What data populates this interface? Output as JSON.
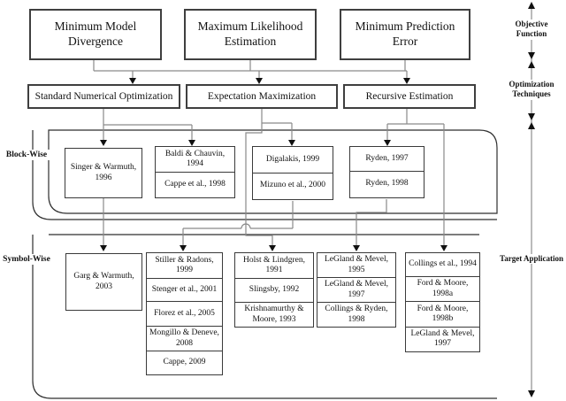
{
  "objective_functions": [
    "Minimum Model Divergence",
    "Maximum Likelihood Estimation",
    "Minimum Prediction Error"
  ],
  "optimization_techniques": [
    "Standard Numerical Optimization",
    "Expectation Maximization",
    "Recursive Estimation"
  ],
  "side_labels": {
    "objective": "Objective Function",
    "optimization": "Optimization Techniques",
    "target": "Target Application"
  },
  "containers": {
    "blockwise": {
      "label": "Block-Wise",
      "groups": [
        {
          "cells": [
            "Singer & Warmuth, 1996"
          ]
        },
        {
          "cells": [
            "Baldi & Chauvin, 1994",
            "Cappe et al., 1998"
          ]
        },
        {
          "cells": [
            "Digalakis, 1999",
            "Mizuno et al., 2000"
          ]
        },
        {
          "cells": [
            "Ryden, 1997",
            "Ryden, 1998"
          ]
        }
      ]
    },
    "symbolwise": {
      "label": "Symbol-Wise",
      "groups": [
        {
          "cells": [
            "Garg & Warmuth, 2003"
          ]
        },
        {
          "cells": [
            "Stiller & Radons, 1999",
            "Stenger et al., 2001",
            "Florez et al., 2005",
            "Mongillo & Deneve, 2008",
            "Cappe, 2009"
          ]
        },
        {
          "cells": [
            "Holst & Lindgren, 1991",
            "Slingsby, 1992",
            "Krishnamurthy & Moore, 1993"
          ]
        },
        {
          "cells": [
            "LeGland & Mevel, 1995",
            "LeGland & Mevel, 1997",
            "Collings & Ryden, 1998"
          ]
        },
        {
          "cells": [
            "Collings et al., 1994",
            "Ford & Moore, 1998a",
            "Ford & Moore, 1998b",
            "LeGland & Mevel, 1997"
          ]
        }
      ]
    }
  },
  "colors": {
    "box_border": "#3f3f3f",
    "wire": "#8a8a8a",
    "arrow": "#111111",
    "container_line": "#2e2e2e"
  }
}
